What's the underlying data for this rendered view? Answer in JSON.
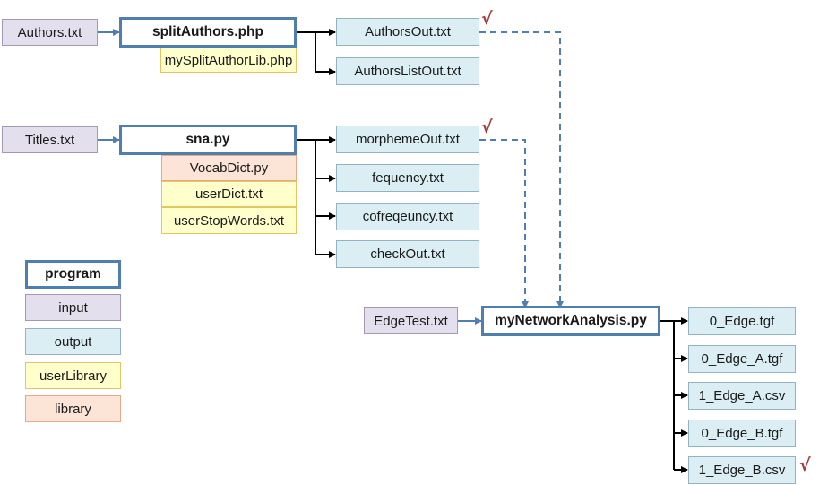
{
  "inputs": {
    "authors": "Authors.txt",
    "titles": "Titles.txt",
    "edge_test": "EdgeTest.txt"
  },
  "programs": {
    "split_authors": "splitAuthors.php",
    "sna": "sna.py",
    "network_analysis": "myNetworkAnalysis.py"
  },
  "libraries": {
    "split_author_lib": "mySplitAuthorLib.php",
    "vocab_dict": "VocabDict.py",
    "user_dict": "userDict.txt",
    "user_stop_words": "userStopWords.txt"
  },
  "outputs": {
    "authors_out": "AuthorsOut.txt",
    "authors_list_out": "AuthorsListOut.txt",
    "morpheme_out": "morphemeOut.txt",
    "fequency": "fequency.txt",
    "cofreqeuncy": "cofreqeuncy.txt",
    "check_out": "checkOut.txt",
    "edge_0_tgf": "0_Edge.tgf",
    "edge_0_a_tgf": "0_Edge_A.tgf",
    "edge_1_a_csv": "1_Edge_A.csv",
    "edge_0_b_tgf": "0_Edge_B.tgf",
    "edge_1_b_csv": "1_Edge_B.csv"
  },
  "check_mark": "√",
  "legend": {
    "program": "program",
    "input": "input",
    "output": "output",
    "user_library": "userLibrary",
    "library": "library"
  },
  "colors": {
    "arrow_blue": "#4f7eb0",
    "tree_black": "#000000",
    "check_red": "#a33b3b"
  }
}
